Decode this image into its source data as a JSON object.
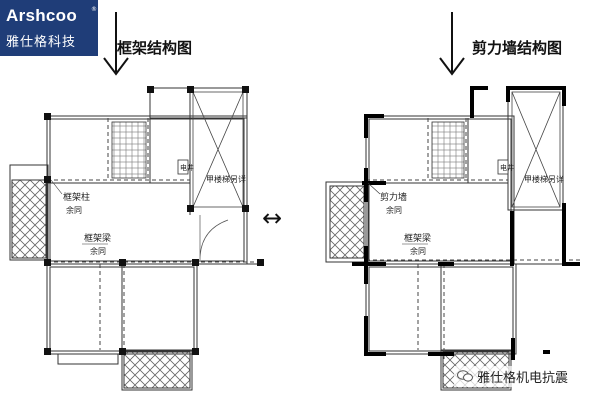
{
  "logo": {
    "brand": "Arshcoo",
    "registered": "®",
    "company": "雅仕格科技"
  },
  "left_plan": {
    "title": "框架结构图",
    "column_label": "框架柱",
    "column_note": "余同",
    "beam_label": "框架梁",
    "beam_note": "余同",
    "shaft_label": "电井",
    "stair_label": "甲楼梯另详"
  },
  "right_plan": {
    "title": "剪力墙结构图",
    "wall_label": "剪力墙",
    "wall_note": "余同",
    "beam_label": "框架梁",
    "beam_note": "余同",
    "shaft_label": "电井",
    "stair_label": "甲楼梯另详"
  },
  "compare_symbol": "↔",
  "watermark": {
    "icon": "wechat-icon",
    "text": "雅仕格机电抗震"
  }
}
